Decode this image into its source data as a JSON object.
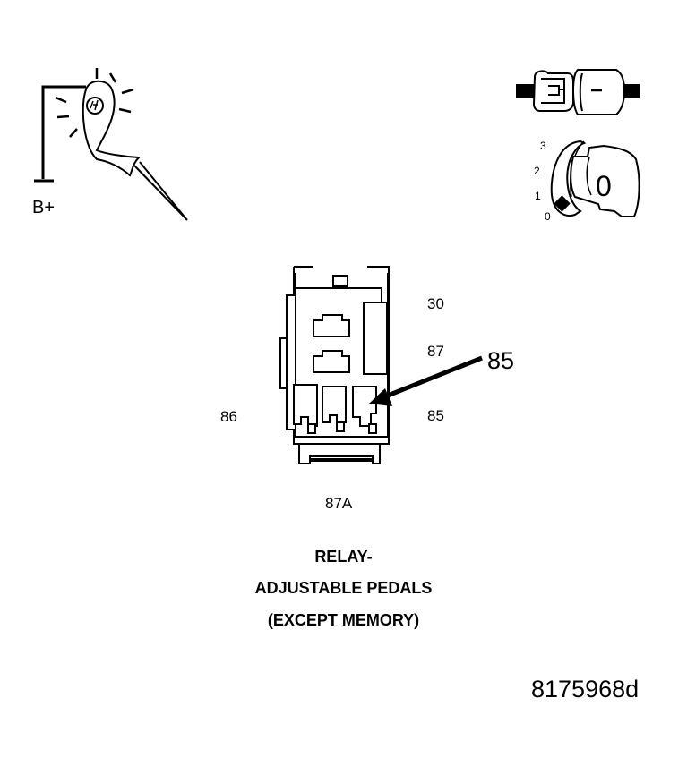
{
  "probe": {
    "supply_label": "B+"
  },
  "ignition": {
    "positions": [
      "3",
      "2",
      "1",
      "0"
    ],
    "key_label": "0"
  },
  "relay": {
    "pins": {
      "p30": "30",
      "p87": "87",
      "p86": "86",
      "p85": "85",
      "p87a": "87A"
    },
    "callout": "85"
  },
  "caption": {
    "line1": "RELAY-",
    "line2": "ADJUSTABLE PEDALS",
    "line3": "(EXCEPT MEMORY)"
  },
  "figure_id": "8175968d"
}
